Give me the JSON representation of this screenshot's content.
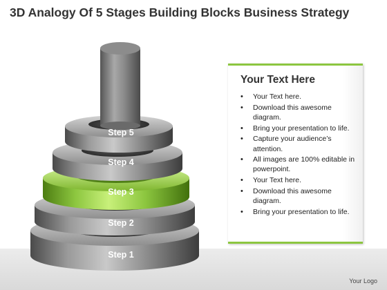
{
  "title": "3D Analogy Of 5 Stages Building Blocks Business Strategy",
  "steps": [
    {
      "label": "Step 1",
      "highlighted": false
    },
    {
      "label": "Step 2",
      "highlighted": false
    },
    {
      "label": "Step 3",
      "highlighted": true
    },
    {
      "label": "Step 4",
      "highlighted": false
    },
    {
      "label": "Step 5",
      "highlighted": false
    }
  ],
  "panel": {
    "title": "Your Text Here",
    "bullets": [
      "Your Text here.",
      "Download this awesome diagram.",
      "Bring your presentation to life.",
      "Capture your audience’s attention.",
      "All images are 100% editable in powerpoint.",
      "Your Text here.",
      "Download this awesome diagram.",
      "Bring your presentation to life."
    ]
  },
  "footer": {
    "logo_text": "Your Logo"
  },
  "colors": {
    "ring_gray": "#8a8a8a",
    "ring_highlight": "#8cc63f",
    "accent_line": "#8cc63f"
  }
}
